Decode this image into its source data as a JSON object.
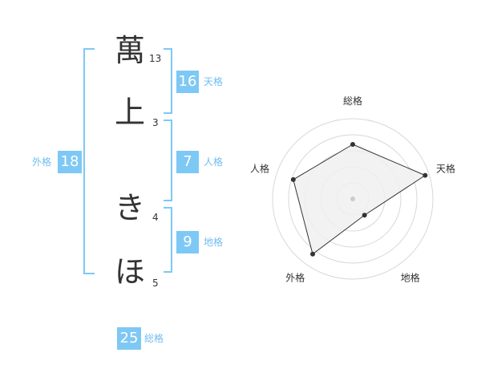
{
  "name_chars": [
    {
      "char": "萬",
      "strokes": "13"
    },
    {
      "char": "上",
      "strokes": "3"
    },
    {
      "char": "き",
      "strokes": "4"
    },
    {
      "char": "ほ",
      "strokes": "5"
    }
  ],
  "kakusu": {
    "tenkaku": {
      "value": "16",
      "label": "天格"
    },
    "jinkaku": {
      "value": "7",
      "label": "人格"
    },
    "chikaku": {
      "value": "9",
      "label": "地格"
    },
    "gaikaku": {
      "value": "18",
      "label": "外格"
    },
    "soukaku": {
      "value": "25",
      "label": "総格"
    }
  },
  "colors": {
    "accent": "#7ec8f5",
    "accent_text": "#6fbdf0",
    "text": "#333333",
    "radar_fill": "#f0f0f0",
    "radar_grid": "#d8d8d8"
  },
  "chart_data": {
    "type": "radar",
    "axes": [
      "総格",
      "天格",
      "地格",
      "外格",
      "人格"
    ],
    "values": [
      0.68,
      0.95,
      0.25,
      0.85,
      0.78
    ],
    "range": [
      0,
      1
    ],
    "rings": 5,
    "grid": true
  }
}
